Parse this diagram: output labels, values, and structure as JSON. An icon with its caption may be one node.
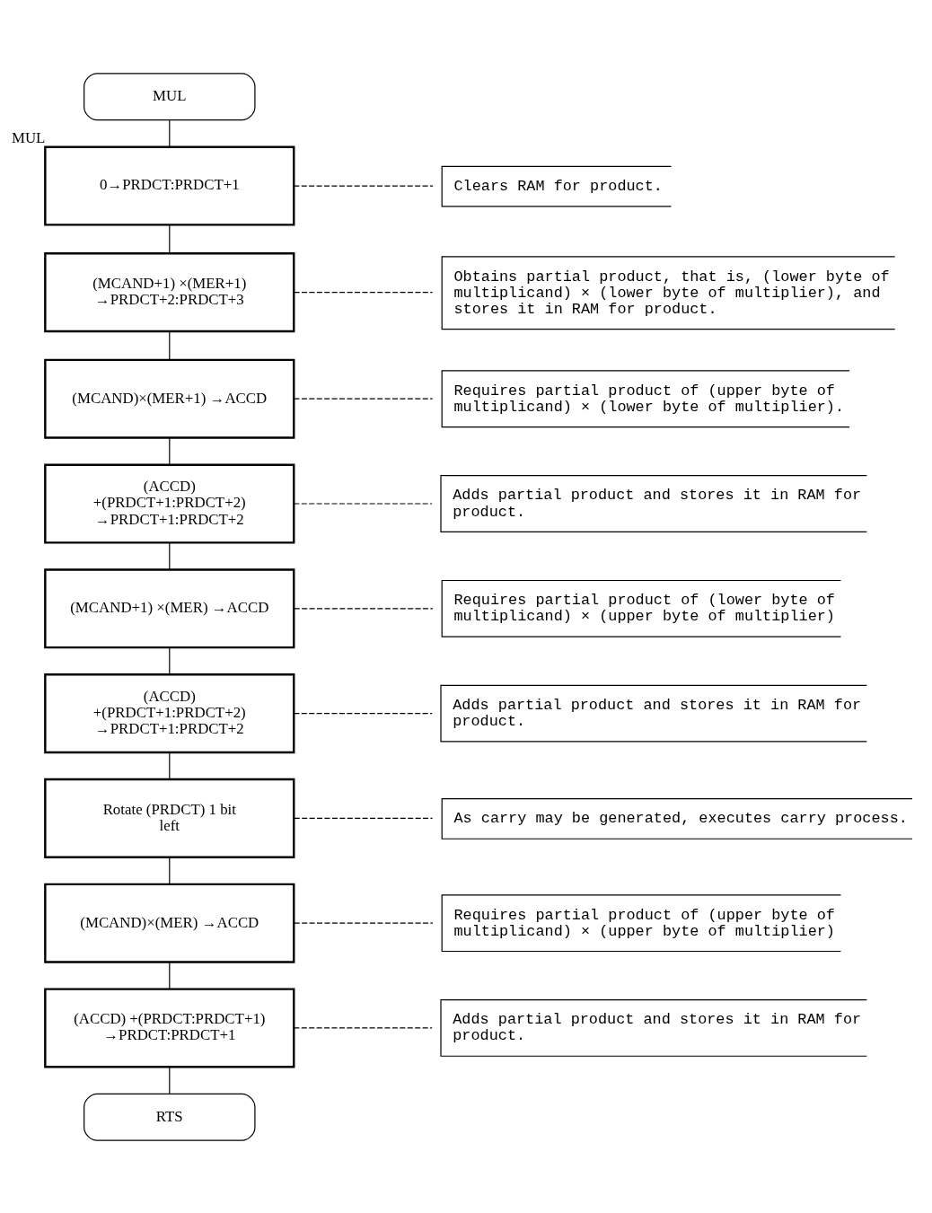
{
  "diagram": {
    "nodes": [
      {
        "text": [
          "MUL"
        ]
      },
      {
        "text": [
          "0→PRDCT:PRDCT+1"
        ],
        "beside": [
          "MUL"
        ]
      },
      {
        "text": [
          "Clears RAM for product."
        ]
      },
      {
        "text": [
          "(MCAND+1) ×(MER+1) →PRDCT+2:PRDCT+3"
        ]
      },
      {
        "text": [
          "Obtains partial product, that is, (lower byte of multiplicand) × (lower byte of multiplier), and stores it in RAM for product."
        ]
      },
      {
        "text": [
          "(MCAND)×(MER+1) →ACCD"
        ]
      },
      {
        "text": [
          "Requires partial product of (upper byte of multiplicand) × (lower byte of multiplier)."
        ]
      },
      {
        "text": [
          "(ACCD) +(PRDCT+1:PRDCT+2) →PRDCT+1:PRDCT+2"
        ]
      },
      {
        "text": [
          "Adds partial product and stores it in RAM for product."
        ]
      },
      {
        "text": [
          "(MCAND+1) ×(MER) →ACCD"
        ]
      },
      {
        "text": [
          "Requires partial product of (lower byte of multiplicand) × (upper byte of multiplier)"
        ]
      },
      {
        "text": [
          "(ACCD) +(PRDCT+1:PRDCT+2) →PRDCT+1:PRDCT+2"
        ]
      },
      {
        "text": [
          "Adds partial product and stores it in RAM for product."
        ]
      },
      {
        "text": [
          "Rotate (PRDCT) 1 bit left"
        ]
      },
      {
        "text": [
          "As carry may be generated, executes carry process."
        ]
      },
      {
        "text": [
          "(MCAND)×(MER) →ACCD"
        ]
      },
      {
        "text": [
          "Requires partial product of (upper byte of multiplicand) × (upper byte of multiplier)"
        ]
      },
      {
        "text": [
          "(ACCD) +(PRDCT:PRDCT+1) →PRDCT:PRDCT+1"
        ]
      },
      {
        "text": [
          "Adds partial product and stores it in RAM for product."
        ]
      },
      {
        "text": [
          "RTS"
        ]
      }
    ],
    "edges": [
      {
        "from": 0,
        "to": 1,
        "arrow": "none"
      },
      {
        "from": 1,
        "to": 2,
        "arrow": "none",
        "style": "dashed"
      },
      {
        "from": 1,
        "to": 3,
        "arrow": "none"
      },
      {
        "from": 3,
        "to": 4,
        "arrow": "none",
        "style": "dashed"
      },
      {
        "from": 3,
        "to": 5,
        "arrow": "none"
      },
      {
        "from": 5,
        "to": 6,
        "arrow": "none",
        "style": "dashed"
      },
      {
        "from": 5,
        "to": 7,
        "arrow": "none"
      },
      {
        "from": 7,
        "to": 8,
        "arrow": "none",
        "style": "dashed"
      },
      {
        "from": 7,
        "to": 9,
        "arrow": "none"
      },
      {
        "from": 9,
        "to": 10,
        "arrow": "none",
        "style": "dashed"
      },
      {
        "from": 9,
        "to": 11,
        "arrow": "none"
      },
      {
        "from": 11,
        "to": 12,
        "arrow": "none",
        "style": "dashed"
      },
      {
        "from": 11,
        "to": 13,
        "arrow": "none"
      },
      {
        "from": 13,
        "to": 14,
        "arrow": "none",
        "style": "dashed"
      },
      {
        "from": 13,
        "to": 15,
        "arrow": "none"
      },
      {
        "from": 15,
        "to": 16,
        "arrow": "none",
        "style": "dashed"
      },
      {
        "from": 15,
        "to": 17,
        "arrow": "none"
      },
      {
        "from": 17,
        "to": 18,
        "arrow": "none",
        "style": "dashed"
      },
      {
        "from": 17,
        "to": 19,
        "arrow": "none"
      }
    ]
  }
}
